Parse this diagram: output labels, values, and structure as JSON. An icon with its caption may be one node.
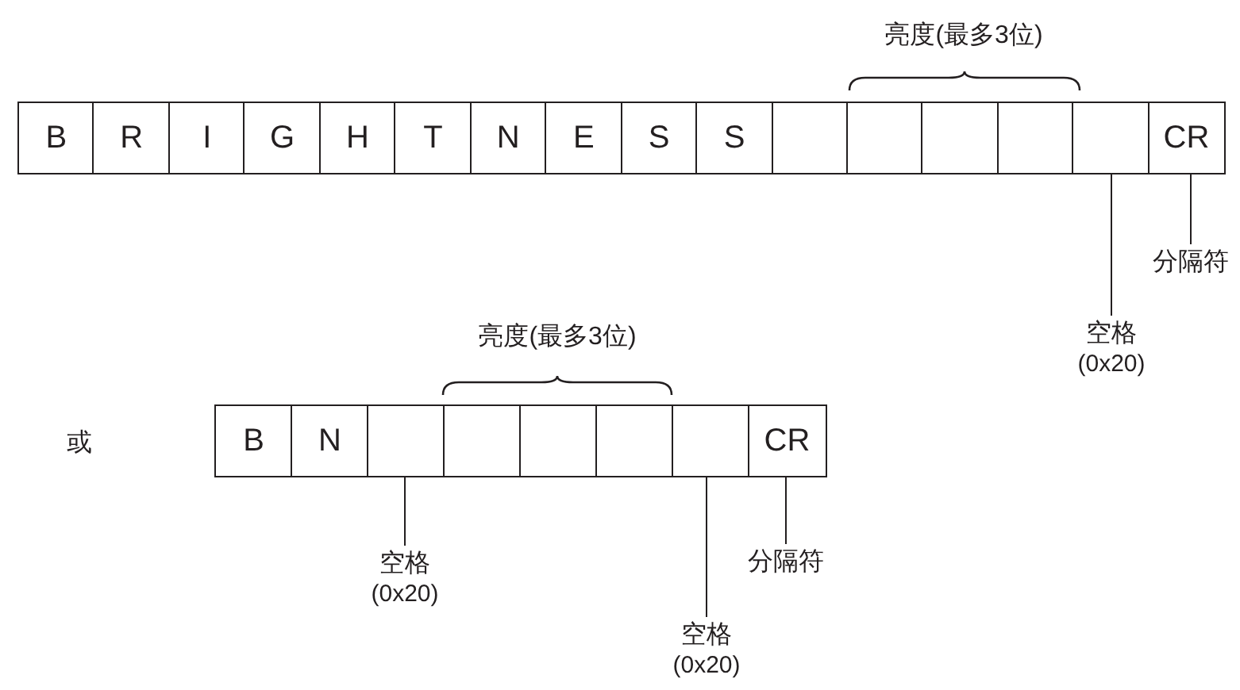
{
  "diagram": {
    "nodes": [
      {
        "text": [
          "B"
        ]
      },
      {
        "text": [
          "R"
        ]
      },
      {
        "text": [
          "I"
        ]
      },
      {
        "text": [
          "G"
        ]
      },
      {
        "text": [
          "H"
        ]
      },
      {
        "text": [
          "T"
        ]
      },
      {
        "text": [
          "N"
        ]
      },
      {
        "text": [
          "E"
        ]
      },
      {
        "text": [
          "S"
        ]
      },
      {
        "text": [
          "S"
        ]
      },
      {
        "text": [],
        "shape": "box"
      },
      {
        "text": [],
        "shape": "box"
      },
      {
        "text": [],
        "shape": "box"
      },
      {
        "text": [],
        "shape": "box"
      },
      {
        "text": [],
        "shape": "box"
      },
      {
        "text": [
          "CR"
        ]
      },
      {
        "text": [
          "空格",
          "(0x20)"
        ]
      },
      {
        "text": [
          "分隔符"
        ]
      },
      {
        "text": [
          "B"
        ]
      },
      {
        "text": [
          "N"
        ]
      },
      {
        "text": [],
        "shape": "box"
      },
      {
        "text": [],
        "shape": "box"
      },
      {
        "text": [],
        "shape": "box"
      },
      {
        "text": [],
        "shape": "box"
      },
      {
        "text": [],
        "shape": "box"
      },
      {
        "text": [
          "CR"
        ]
      },
      {
        "text": [
          "空格",
          "(0x20)"
        ]
      },
      {
        "text": [
          "分隔符"
        ]
      },
      {
        "text": [
          "空格",
          "(0x20)"
        ]
      }
    ],
    "edges": [
      {
        "from": 16,
        "to": 14,
        "arrow": "none"
      },
      {
        "from": 17,
        "to": 15,
        "arrow": "none"
      },
      {
        "from": 26,
        "to": 20,
        "arrow": "none"
      },
      {
        "from": 27,
        "to": 25,
        "arrow": "none"
      },
      {
        "from": 28,
        "to": 24,
        "arrow": "none"
      }
    ],
    "labels": [
      "亮度(最多3位)",
      "亮度(最多3位)",
      "或"
    ]
  }
}
